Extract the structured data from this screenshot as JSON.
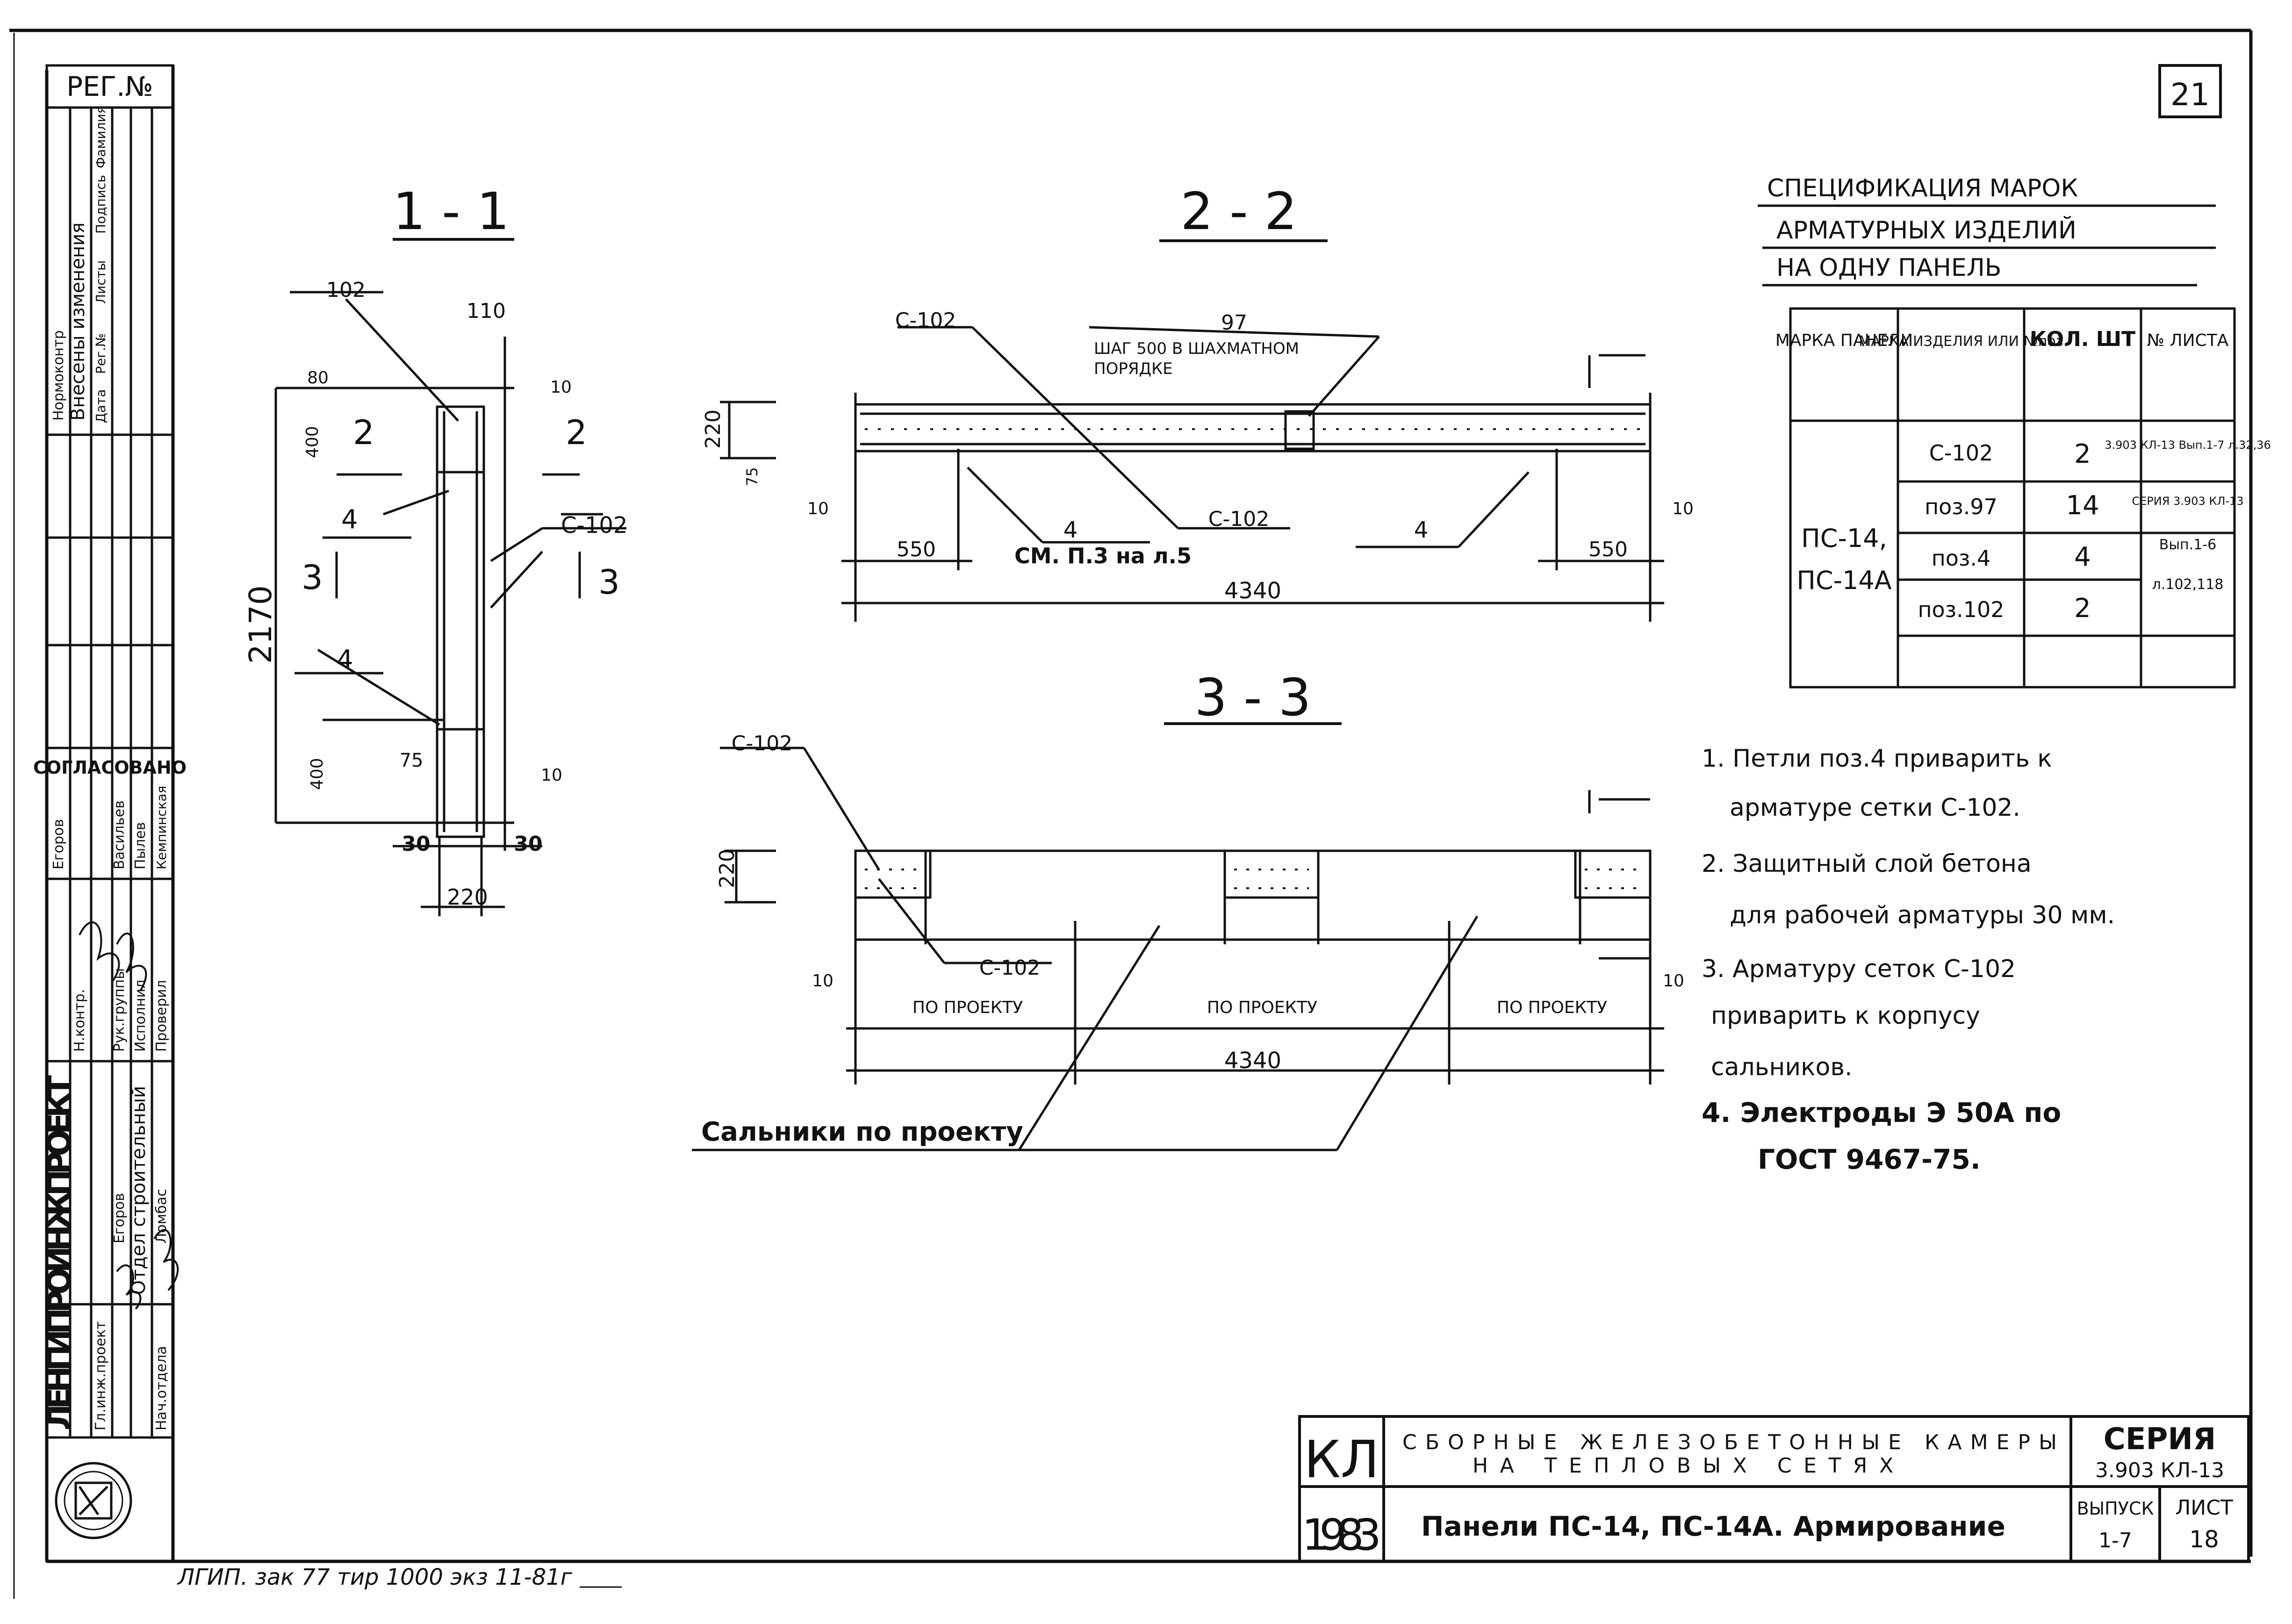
{
  "sheet": {
    "page_number": "21",
    "reg_label": "РЕГ.№"
  },
  "left_stamp": {
    "changes_header": "Внесены изменения",
    "changes_cols": [
      "Дата",
      "Рег.№",
      "Листы",
      "Подпись",
      "Фамилия"
    ],
    "normcontrol": "Нормоконтр",
    "agreed": "СОГЛАСОВАНО",
    "agreed_names": [
      "Егоров",
      "Васильев",
      "Пылев",
      "Кемпинская"
    ],
    "roles": [
      "Гл.инж.проект",
      "Отдел строительный",
      "Нач.отдела",
      "Рук.группы",
      "Исполнил",
      "Проверил",
      "Н.контр."
    ],
    "role_names": [
      "Егоров",
      "Ломбас"
    ],
    "org": "ЛЕНГИПРОИНЖПРОЕКТ"
  },
  "sections": {
    "s11": {
      "title": "1 - 1",
      "labels": [
        "102",
        "110",
        "80",
        "10",
        "400",
        "2",
        "2",
        "4",
        "С-102",
        "3",
        "3",
        "2170",
        "4",
        "400",
        "75",
        "10",
        "30",
        "30",
        "220"
      ]
    },
    "s22": {
      "title": "2 - 2",
      "labels": [
        "С-102",
        "97",
        "ШАГ 500 В ШАХМАТНОМ",
        "ПОРЯДКЕ",
        "220",
        "75",
        "10",
        "550",
        "4",
        "С-102",
        "СМ. П.3 на л.5",
        "4",
        "10",
        "550",
        "4340"
      ]
    },
    "s33": {
      "title": "3 - 3",
      "labels": [
        "С-102",
        "220",
        "10",
        "С-102",
        "ПО ПРОЕКТУ",
        "ПО ПРОЕКТУ",
        "ПО ПРОЕКТУ",
        "10",
        "4340"
      ],
      "callout": "Сальники по проекту"
    }
  },
  "spec": {
    "title_lines": [
      "СПЕЦИФИКАЦИЯ МАРОК",
      "АРМАТУРНЫХ ИЗДЕЛИЙ",
      "НА ОДНУ ПАНЕЛЬ"
    ],
    "headers": [
      "МАРКА ПАНЕЛИ",
      "МАРКА ИЗДЕЛИЯ ИЛИ №поз",
      "КОЛ. ШТ",
      "№ ЛИСТА"
    ],
    "panel": [
      "ПС-14,",
      "ПС-14А"
    ],
    "rows": [
      {
        "item": "С-102",
        "qty": "2",
        "sheet": "3.903 КЛ-13 Вып.1-7 л.32,36"
      },
      {
        "item": "поз.97",
        "qty": "14",
        "sheet": "СЕРИЯ 3.903 КЛ-13"
      },
      {
        "item": "поз.4",
        "qty": "4",
        "sheet": "Вып.1-6"
      },
      {
        "item": "поз.102",
        "qty": "2",
        "sheet": "л.102,118"
      }
    ]
  },
  "notes": [
    "1. Петли поз.4 приварить к",
    "арматуре сетки С-102.",
    "2. Защитный слой бетона",
    "для рабочей арматуры 30 мм.",
    "3. Арматуру сеток С-102",
    "приварить к корпусу",
    "сальников.",
    "4. Электроды Э 50А по",
    "ГОСТ 9467-75."
  ],
  "title_block": {
    "code": "КЛ",
    "year": "1983",
    "project": [
      "СБОРНЫЕ ЖЕЛЕЗОБЕТОННЫЕ КАМЕРЫ",
      "НА ТЕПЛОВЫХ СЕТЯХ"
    ],
    "drawing": "Панели ПС-14, ПС-14А. Армирование",
    "series_label": "СЕРИЯ",
    "series": "3.903 КЛ-13",
    "issue_label": "ВЫПУСК",
    "issue": "1-7",
    "sheet_label": "ЛИСТ",
    "sheet": "18"
  },
  "footer": "ЛГИП. зак 77 тир 1000 экз 11-81г"
}
